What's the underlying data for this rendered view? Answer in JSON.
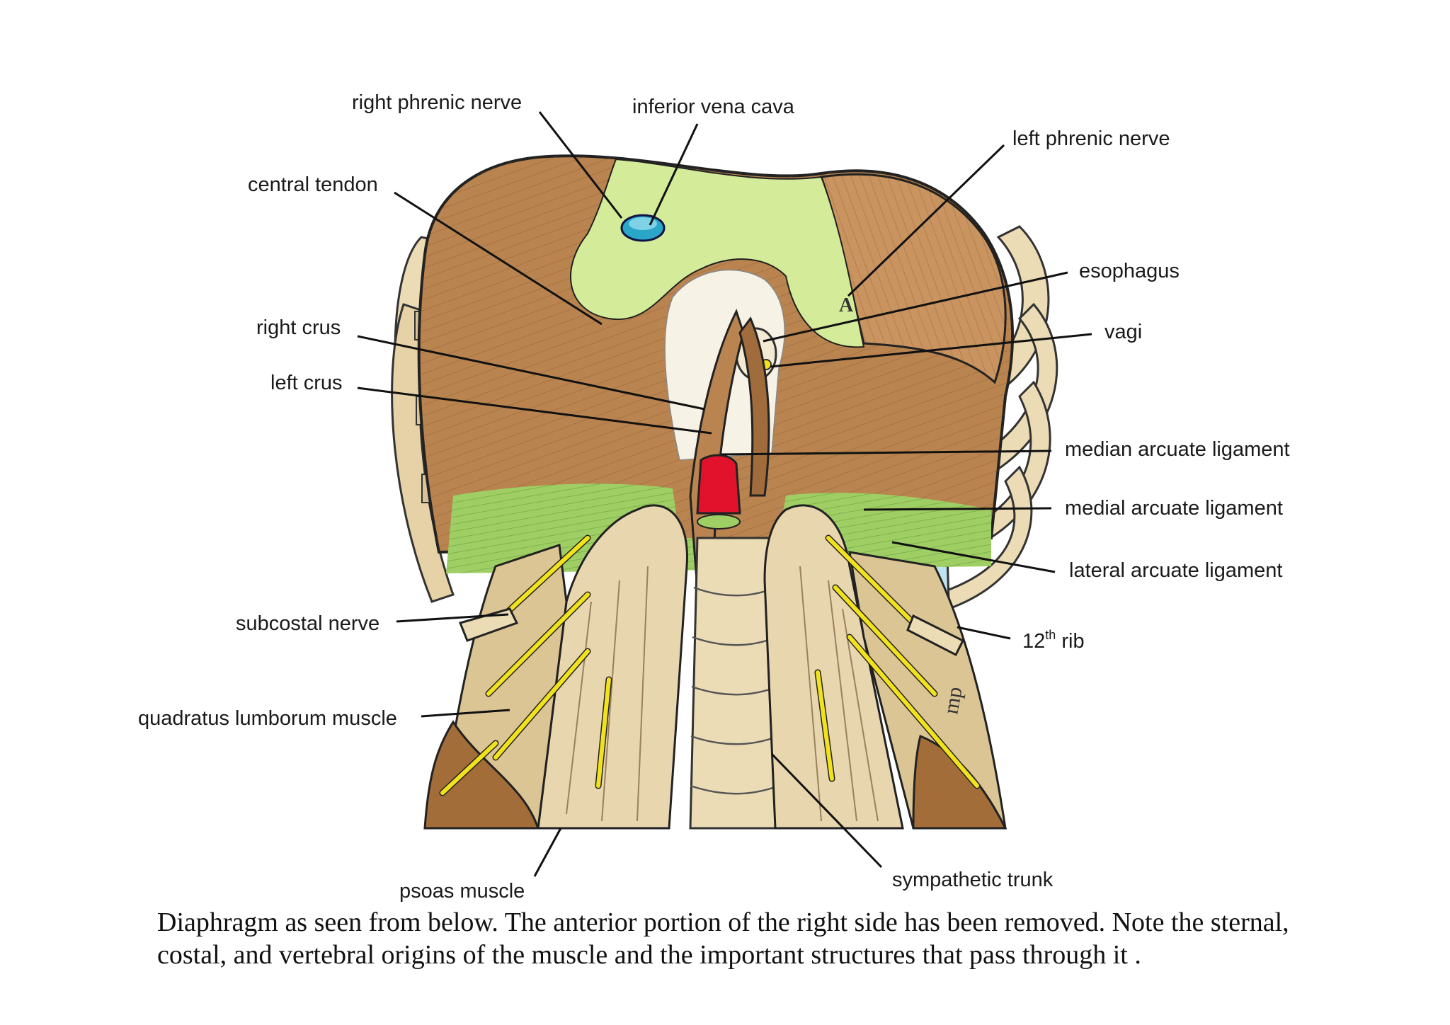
{
  "labels": {
    "right_phrenic_nerve": "right phrenic nerve",
    "inferior_vena_cava": "inferior vena cava",
    "left_phrenic_nerve": "left phrenic nerve",
    "central_tendon": "central tendon",
    "esophagus": "esophagus",
    "right_crus": "right crus",
    "vagi": "vagi",
    "left_crus": "left crus",
    "median_arcuate_ligament": "median arcuate ligament",
    "medial_arcuate_ligament": "medial arcuate ligament",
    "lateral_arcuate_ligament": "lateral arcuate ligament",
    "subcostal_nerve": "subcostal nerve",
    "rib_12_prefix": "12",
    "rib_12_sup": "th",
    "rib_12_suffix": " rib",
    "quadratus_lumborum_muscle": "quadratus lumborum muscle",
    "psoas_muscle": "psoas muscle",
    "sympathetic_trunk": "sympathetic trunk",
    "artist_mark": "A",
    "artist_signature": "mp"
  },
  "caption": {
    "line1": "Diaphragm as seen from below. The anterior portion of the right side has been removed. Note the sternal,",
    "line2": "costal, and vertebral origins of the muscle and the important structures that pass through it ."
  },
  "colors": {
    "muscle": "#b9844f",
    "muscle_dark": "#8a5a2e",
    "tendon_green": "#d4ec9a",
    "grass_green": "#9fcf64",
    "bone": "#ecdcb6",
    "cartilage_blue": "#bfe3ef",
    "aorta_red": "#e3122c",
    "ivc_blue": "#2aa6c8",
    "nerve_yellow": "#f2e21c"
  }
}
